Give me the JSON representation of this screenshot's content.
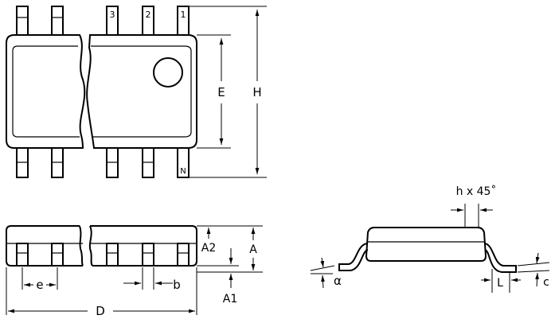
{
  "diagram": {
    "pin_labels": [
      "3",
      "2",
      "1",
      "N"
    ],
    "dimension_labels": {
      "E": "E",
      "H": "H",
      "A2": "A2",
      "A": "A",
      "A1": "A1",
      "e": "e",
      "b": "b",
      "D": "D",
      "h45": "h x 45˚",
      "alpha": "α",
      "L": "L",
      "c": "c"
    }
  }
}
